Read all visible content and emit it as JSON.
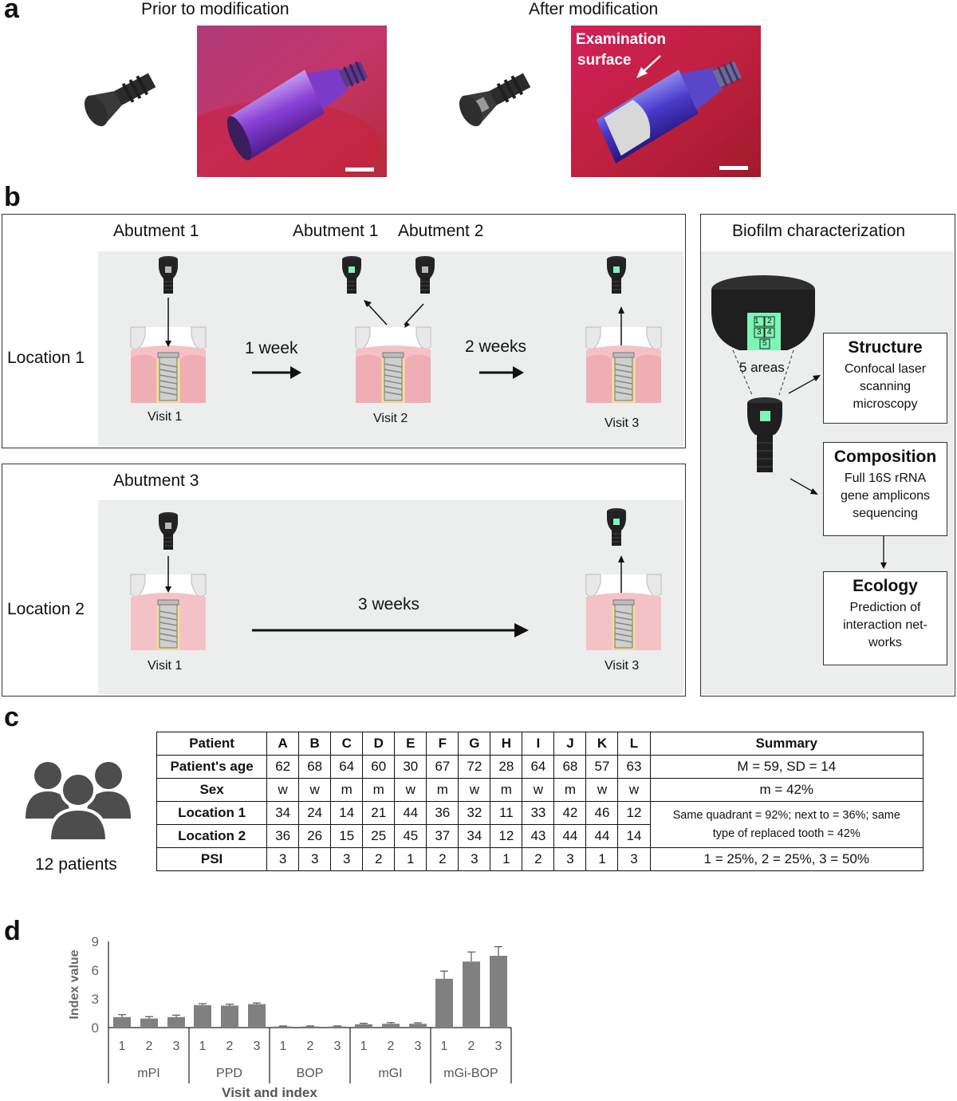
{
  "panel_a": {
    "letter": "a",
    "prior_label": "Prior to modification",
    "after_label": "After modification",
    "exam_label_1": "Examination",
    "exam_label_2": "surface"
  },
  "panel_b": {
    "letter": "b",
    "loc1": {
      "location": "Location 1",
      "abutment_left": "Abutment 1",
      "abutment_mid_1": "Abutment 1",
      "abutment_mid_2": "Abutment 2",
      "visit_1": "Visit 1",
      "visit_2": "Visit 2",
      "visit_3": "Visit 3",
      "interval_1": "1 week",
      "interval_2": "2 weeks"
    },
    "loc2": {
      "location": "Location 2",
      "abutment": "Abutment 3",
      "visit_1": "Visit 1",
      "visit_3": "Visit 3",
      "interval": "3 weeks"
    },
    "biofilm": {
      "title": "Biofilm characterization",
      "areas_label": "5 areas",
      "area_numbers": [
        "1",
        "2",
        "3",
        "4",
        "5"
      ],
      "structure_title": "Structure",
      "structure_lines": [
        "Confocal laser",
        "scanning",
        "microscopy"
      ],
      "composition_title": "Composition",
      "composition_lines": [
        "Full 16S rRNA",
        "gene amplicons",
        "sequencing"
      ],
      "ecology_title": "Ecology",
      "ecology_lines": [
        "Prediction of",
        "interaction net-",
        "works"
      ]
    },
    "accent_color": "#7ef5b4"
  },
  "panel_c": {
    "letter": "c",
    "patients_label": "12 patients",
    "table": {
      "header": {
        "label": "Patient",
        "ids": [
          "A",
          "B",
          "C",
          "D",
          "E",
          "F",
          "G",
          "H",
          "I",
          "J",
          "K",
          "L"
        ],
        "summary": "Summary"
      },
      "rows": [
        {
          "label": "Patient's age",
          "values": [
            "62",
            "68",
            "64",
            "60",
            "30",
            "67",
            "72",
            "28",
            "64",
            "68",
            "57",
            "63"
          ],
          "summary": "M = 59, SD = 14"
        },
        {
          "label": "Sex",
          "values": [
            "w",
            "w",
            "m",
            "m",
            "w",
            "m",
            "w",
            "m",
            "w",
            "m",
            "w",
            "w"
          ],
          "summary": "m = 42%"
        },
        {
          "label": "Location 1",
          "values": [
            "34",
            "24",
            "14",
            "21",
            "44",
            "36",
            "32",
            "11",
            "33",
            "42",
            "46",
            "12"
          ]
        },
        {
          "label": "Location 2",
          "values": [
            "36",
            "26",
            "15",
            "25",
            "45",
            "37",
            "34",
            "12",
            "43",
            "44",
            "44",
            "14"
          ]
        },
        {
          "label": "PSI",
          "values": [
            "3",
            "3",
            "3",
            "2",
            "1",
            "2",
            "3",
            "1",
            "2",
            "3",
            "1",
            "3"
          ],
          "summary": "1 = 25%, 2 = 25%, 3 = 50%"
        }
      ],
      "location_summary_1": "Same quadrant = 92%; next to = 36%; same",
      "location_summary_2": "type of replaced tooth = 42%"
    }
  },
  "panel_d": {
    "letter": "d",
    "chart_data": {
      "type": "bar",
      "ylabel": "Index value",
      "xlabel": "Visit and index",
      "ylim": [
        0,
        9
      ],
      "yticks": [
        0,
        3,
        6,
        9
      ],
      "groups": [
        {
          "name": "mPI",
          "visits": [
            "1",
            "2",
            "3"
          ],
          "values": [
            1.1,
            0.95,
            1.1
          ],
          "errors": [
            0.25,
            0.2,
            0.2
          ]
        },
        {
          "name": "PPD",
          "visits": [
            "1",
            "2",
            "3"
          ],
          "values": [
            2.35,
            2.3,
            2.45
          ],
          "errors": [
            0.15,
            0.15,
            0.12
          ]
        },
        {
          "name": "BOP",
          "visits": [
            "1",
            "2",
            "3"
          ],
          "values": [
            0.12,
            0.12,
            0.12
          ],
          "errors": [
            0.05,
            0.05,
            0.05
          ]
        },
        {
          "name": "mGI",
          "visits": [
            "1",
            "2",
            "3"
          ],
          "values": [
            0.35,
            0.4,
            0.4
          ],
          "errors": [
            0.1,
            0.12,
            0.1
          ]
        },
        {
          "name": "mGi-BOP",
          "visits": [
            "1",
            "2",
            "3"
          ],
          "values": [
            5.1,
            6.9,
            7.5
          ],
          "errors": [
            0.8,
            1.0,
            0.95
          ]
        }
      ],
      "bar_color": "#808080"
    }
  }
}
